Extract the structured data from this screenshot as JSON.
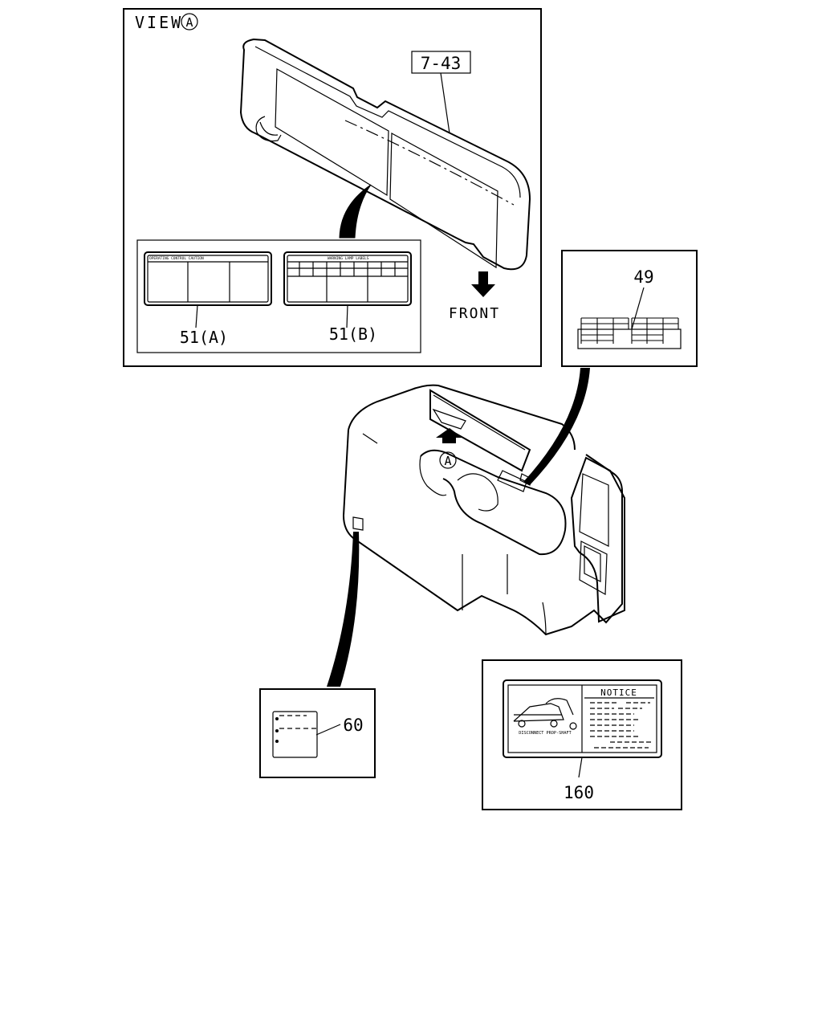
{
  "view_title": "VIEW",
  "view_marker": "A",
  "callouts": {
    "visor": "7-43",
    "label_51a": "51(A)",
    "label_51b": "51(B)",
    "label_49": "49",
    "label_60": "60",
    "label_160": "160"
  },
  "front_label": "FRONT",
  "notice_label": "NOTICE",
  "notice_caption": "DISCONNECT PROP-SHAFT",
  "small_captions": {
    "label_51a_header": "OPERATING CONTROL CAUTION",
    "label_51b_header": "WARNING LAMP LABELS"
  },
  "cab_marker": "A"
}
